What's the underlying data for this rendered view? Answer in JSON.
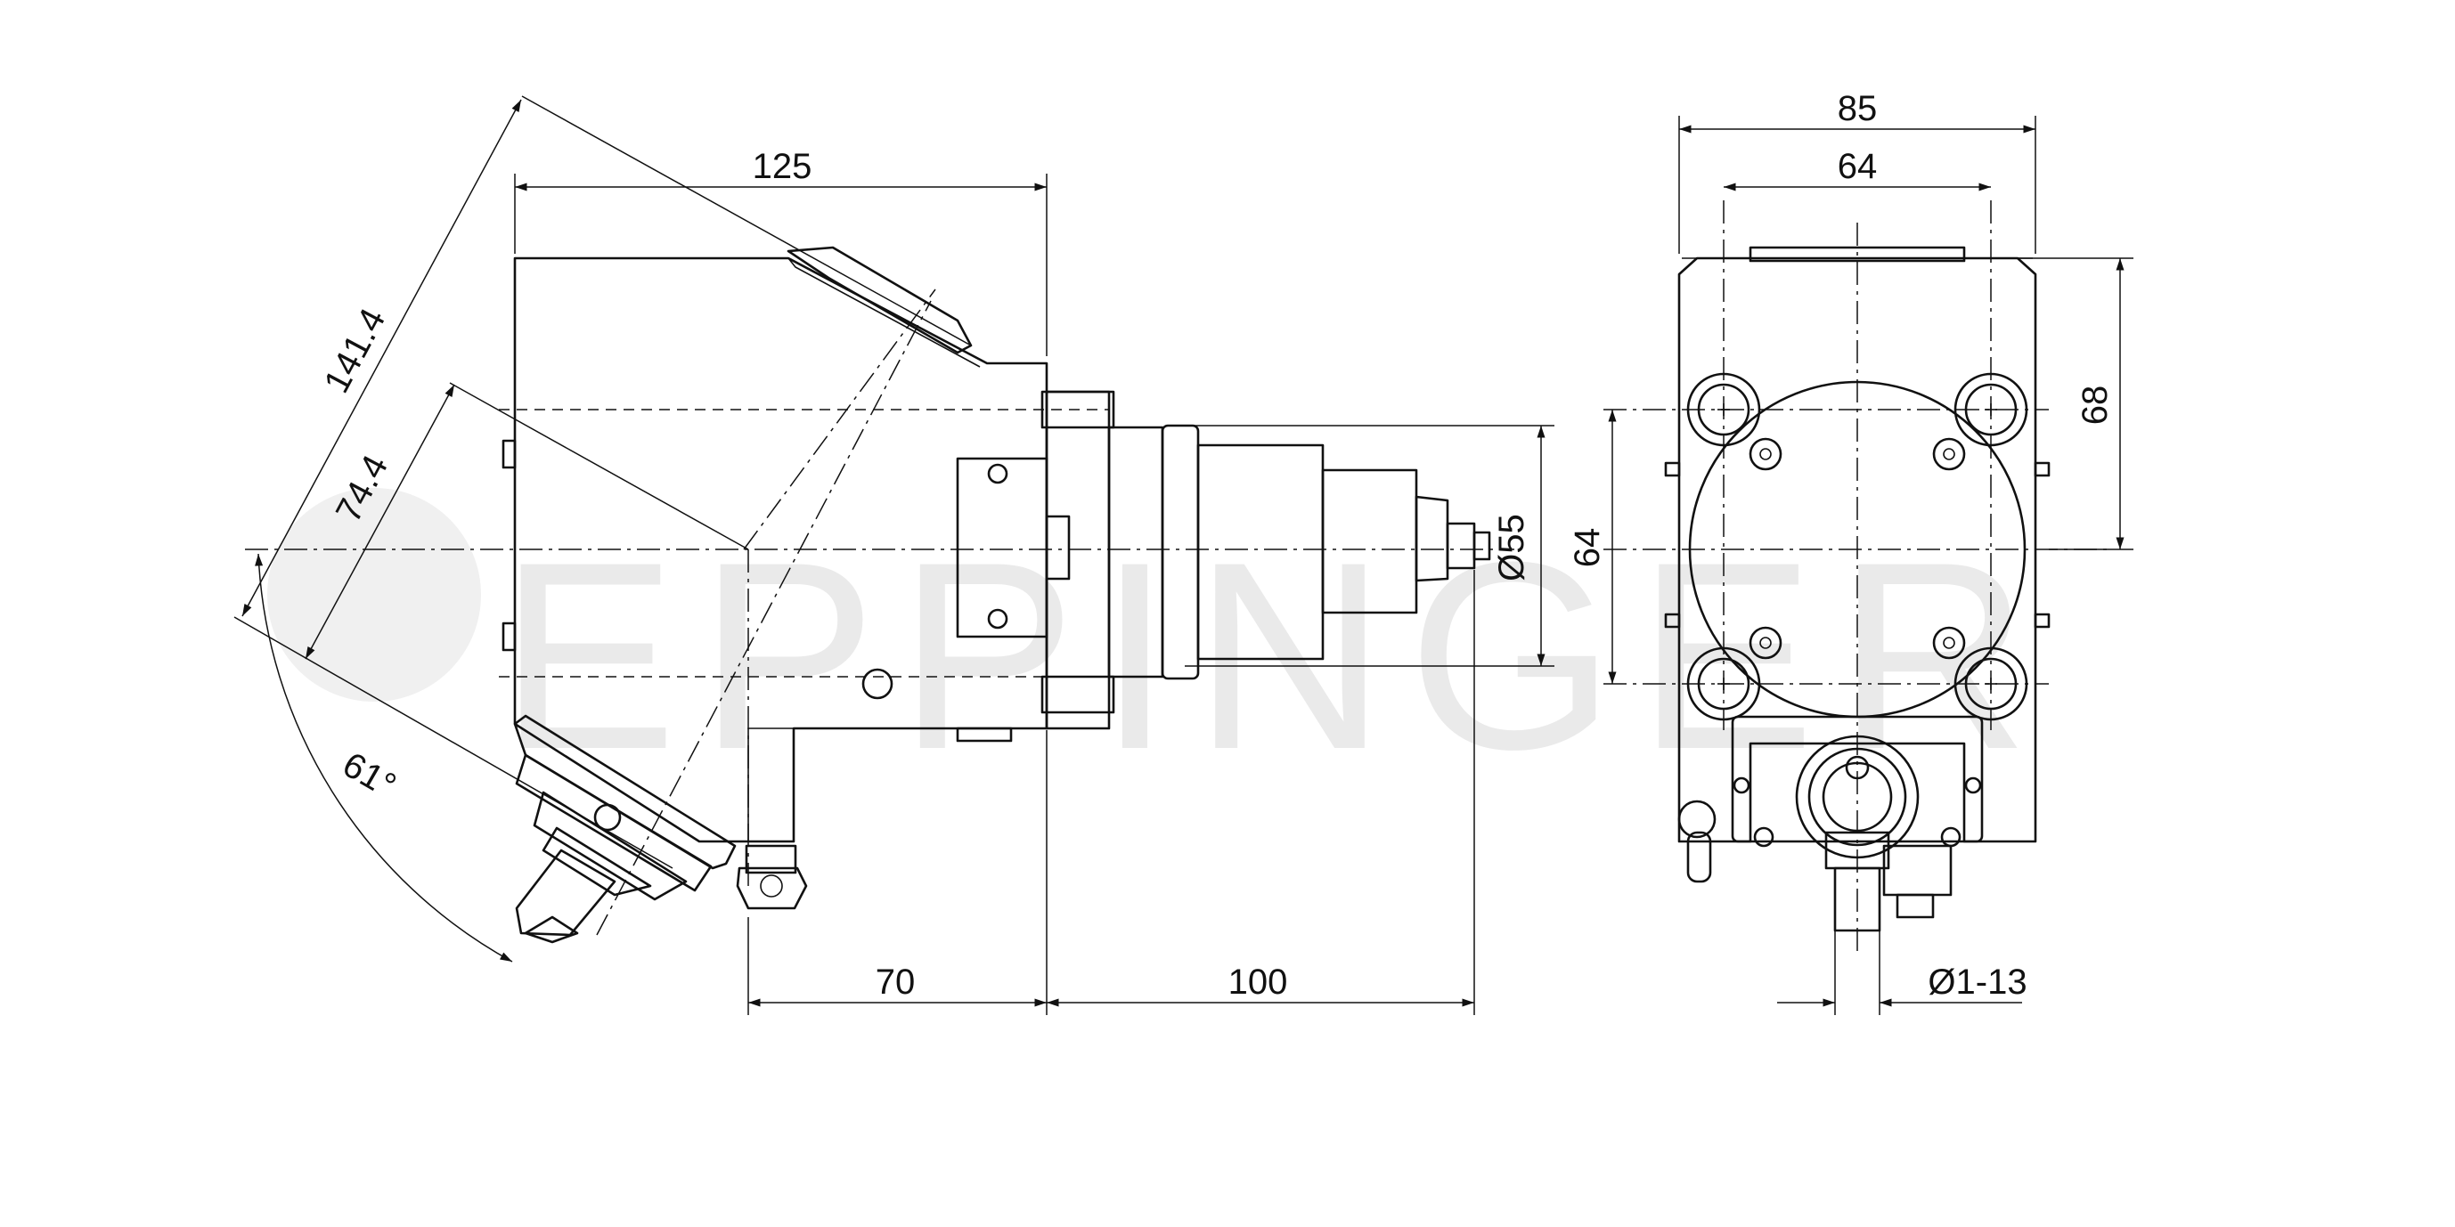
{
  "watermark": "EPPINGER",
  "side_view": {
    "dim_width_top": "125",
    "dim_diag_long": "141.4",
    "dim_diag_short": "74.4",
    "dim_angle": "61°",
    "dim_bottom_left": "70",
    "dim_bottom_right": "100",
    "dim_diameter": "Ø55"
  },
  "front_view": {
    "dim_overall_width": "85",
    "dim_bolt_width": "64",
    "dim_right_height": "68",
    "dim_left_height": "64",
    "dim_collet_range": "Ø1-13"
  },
  "icons": {
    "bolt": "hex-socket-bolt-icon",
    "collet": "collet-nut-icon"
  }
}
